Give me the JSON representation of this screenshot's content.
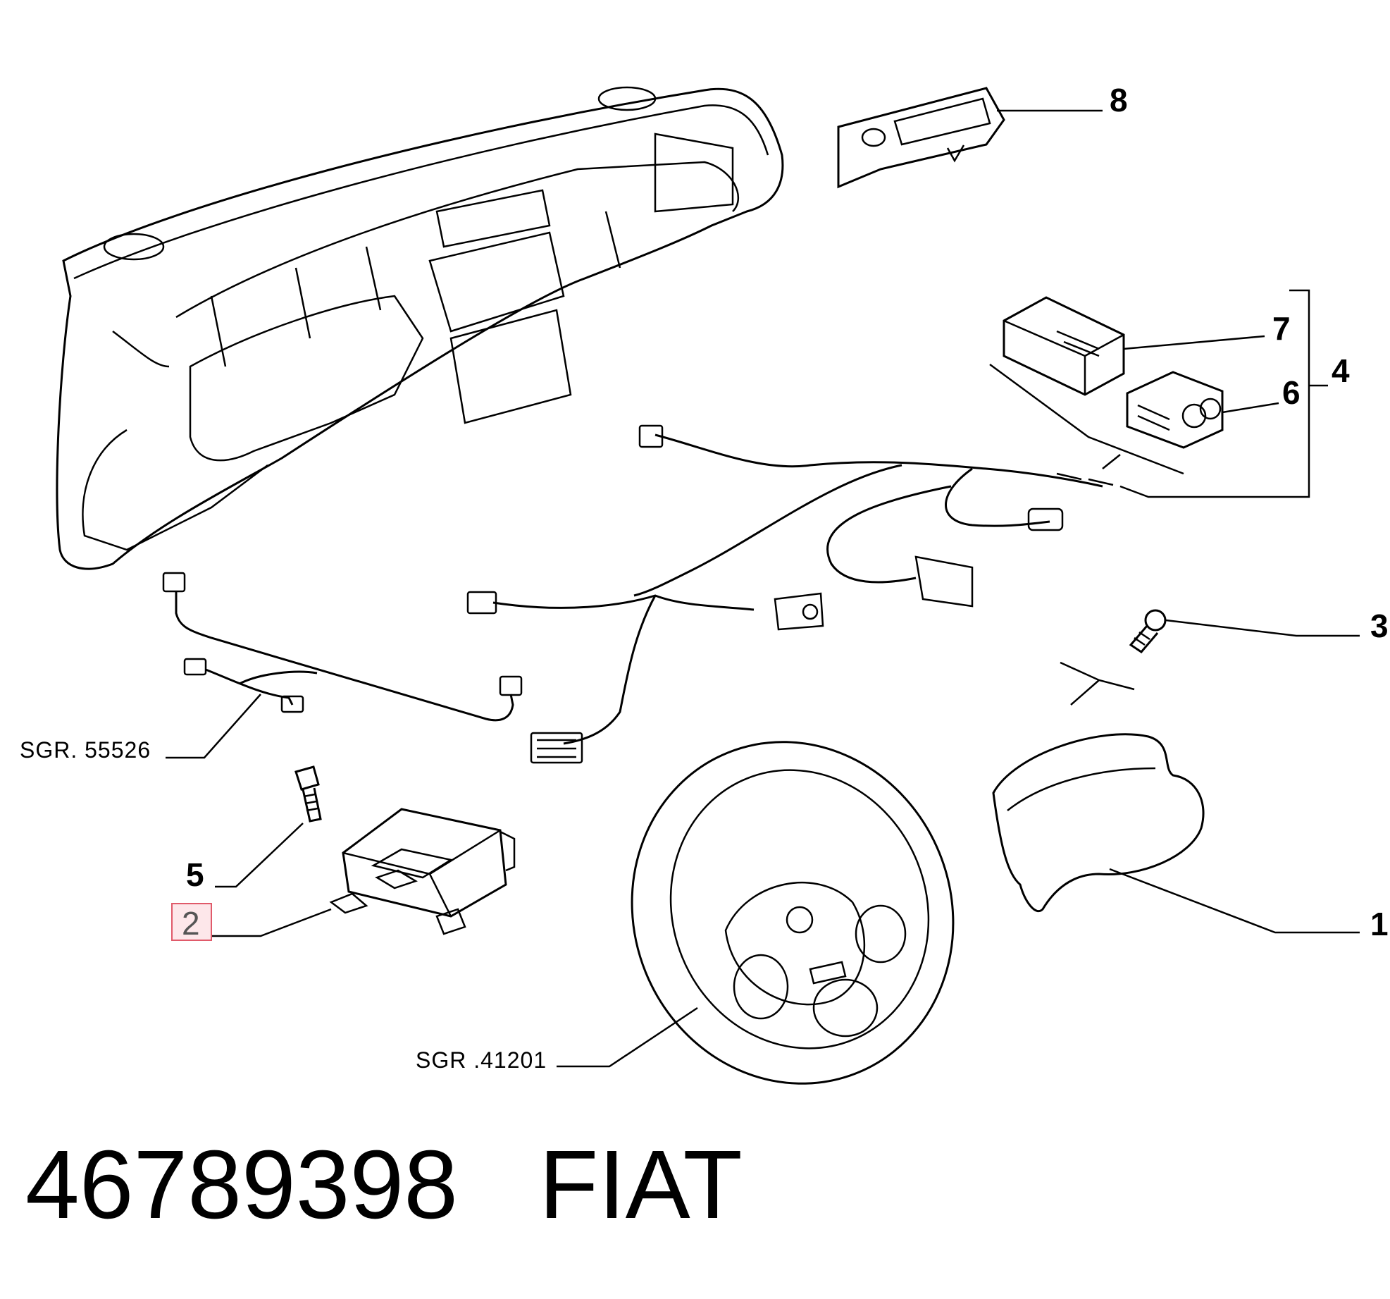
{
  "callouts": {
    "c1": "1",
    "c2": "2",
    "c3": "3",
    "c4": "4",
    "c5": "5",
    "c6": "6",
    "c7": "7",
    "c8": "8"
  },
  "refs": {
    "harness": "SGR. 55526",
    "steering": "SGR .41201"
  },
  "footer": {
    "part_number": "46789398",
    "brand": "FIAT"
  },
  "highlight_color": "#e05a6a"
}
